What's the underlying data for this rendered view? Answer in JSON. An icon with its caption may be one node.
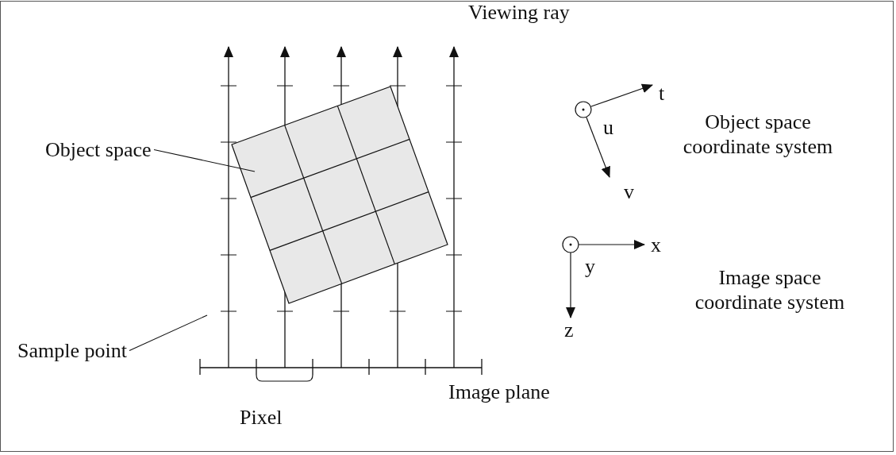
{
  "diagram": {
    "nodes": [
      {
        "text": [
          "Object space"
        ]
      },
      {
        "text": [],
        "shape": "box"
      },
      {
        "text": [
          "Sample point"
        ]
      }
    ],
    "edges": [
      {
        "from": 0,
        "to": 1,
        "arrow": "none"
      },
      {
        "from": 2,
        "to": null,
        "arrow": "none"
      }
    ],
    "labels": [
      "Viewing ray",
      "t",
      "u",
      "Object space coordinate system",
      "v",
      "x",
      "y",
      "Image space coordinate system",
      "z",
      "Image plane",
      "Pixel"
    ]
  }
}
